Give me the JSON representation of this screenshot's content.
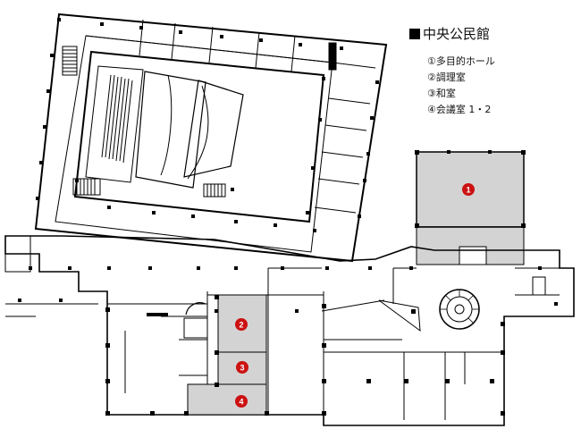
{
  "legend": {
    "title": "中央公民館",
    "items": [
      "①多目的ホール",
      "②調理室",
      "③和室",
      "④会議室 1・2"
    ]
  },
  "markers": {
    "m1": "1",
    "m2": "2",
    "m3": "3",
    "m4": "4"
  },
  "colors": {
    "highlight_fill": "#d3d3d3",
    "marker_fill": "#cc1111",
    "wall": "#000000"
  }
}
